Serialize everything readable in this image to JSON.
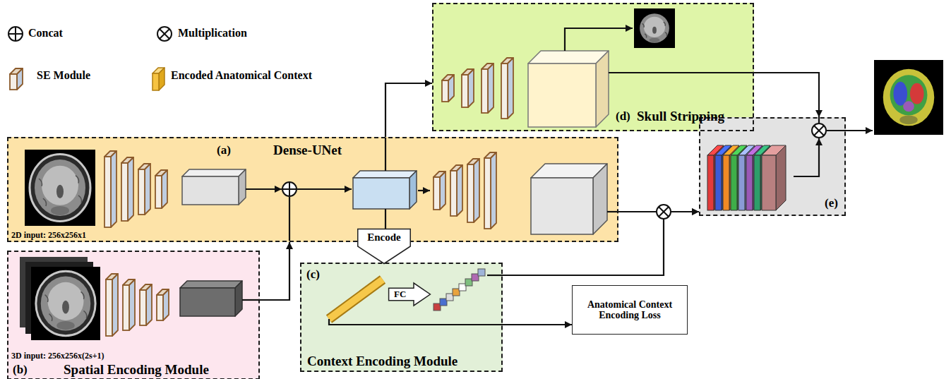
{
  "diagram": {
    "nodes": [
      {
        "text": [
          "(d)",
          "Skull Stripping"
        ]
      },
      {
        "text": [
          "(a)",
          "Dense-UNet",
          "2D input: 256x256x1"
        ]
      },
      {
        "text": [
          "(e)"
        ]
      },
      {
        "text": [
          "Encode"
        ]
      },
      {
        "text": [
          "3D input: 256x256x(2s+1)",
          "(b)",
          "Spatial Encoding Module"
        ]
      },
      {
        "text": [
          "(c)",
          "Context Encoding Module"
        ]
      },
      {
        "text": [
          "FC"
        ],
        "in": 5
      },
      {
        "text": [
          "Anatomical Context Encoding Loss"
        ]
      }
    ],
    "edges": [
      {
        "from": 1,
        "to": 0,
        "arrow": "to"
      },
      {
        "from": 4,
        "to": 1,
        "arrow": "to"
      },
      {
        "from": 1,
        "to": 2,
        "arrow": "to"
      },
      {
        "from": 5,
        "to": 2,
        "arrow": "to"
      },
      {
        "from": 0,
        "to": 2,
        "arrow": "to"
      },
      {
        "from": 5,
        "to": 7,
        "arrow": "to"
      }
    ],
    "legend": [
      {
        "text": "Concat"
      },
      {
        "text": "Multiplication"
      },
      {
        "text": "SE Module"
      },
      {
        "text": "Encoded Anatomical Context"
      }
    ]
  }
}
